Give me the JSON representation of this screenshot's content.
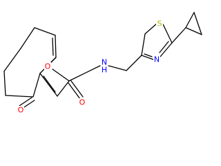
{
  "molecule": {
    "atom_labels": {
      "furan_oxygen": "O",
      "ketone_oxygen": "O",
      "amide_oxygen": "O",
      "amide_nitrogen": "N",
      "amide_hydrogen": "H",
      "thiazole_sulfur": "S",
      "thiazole_nitrogen": "N"
    },
    "colors": {
      "bond": "#000000",
      "oxygen": "#ff0000",
      "nitrogen": "#0000ff",
      "sulfur": "#b3b300",
      "background": "#ffffff"
    }
  }
}
